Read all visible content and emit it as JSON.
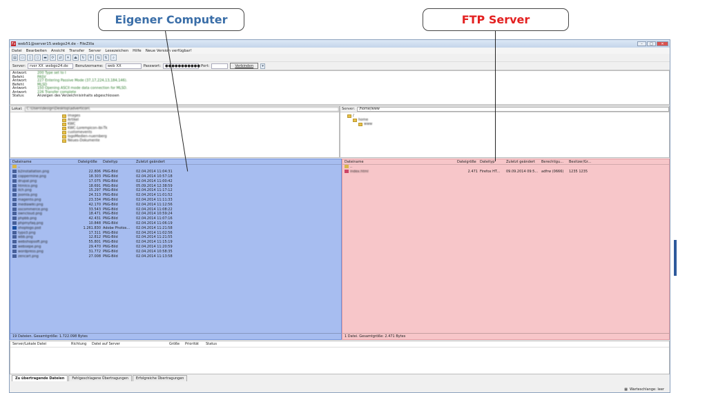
{
  "callouts": {
    "left": "Eigener Computer",
    "right": "FTP Server"
  },
  "window": {
    "title": "web51@server15.webgo24.de - FileZilla"
  },
  "menu": [
    "Datei",
    "Bearbeiten",
    "Ansicht",
    "Transfer",
    "Server",
    "Lesezeichen",
    "Hilfe",
    "Neue Version verfügbar!"
  ],
  "quickconnect": {
    "server_label": "Server:",
    "server_value": "rver XX .webgo24.de",
    "user_label": "Benutzername:",
    "user_value": "web XX",
    "pass_label": "Passwort:",
    "pass_value": "●●●●●●●●●●●",
    "port_label": "Port:",
    "port_value": "",
    "connect": "Verbinden"
  },
  "log": [
    {
      "type": "Antwort:",
      "msg": "200 Type set to I"
    },
    {
      "type": "Befehl:",
      "msg": "PASV"
    },
    {
      "type": "Antwort:",
      "msg": "227 Entering Passive Mode (37,17,224,13,184,146)."
    },
    {
      "type": "Befehl:",
      "msg": "MLSD"
    },
    {
      "type": "Antwort:",
      "msg": "150 Opening ASCII mode data connection for MLSD."
    },
    {
      "type": "Antwort:",
      "msg": "226 Transfer complete"
    },
    {
      "type": "Status:",
      "msg": "Anzeigen des Verzeichnisinhalts abgeschlossen"
    }
  ],
  "local": {
    "path_label": "Lokal:",
    "path": "C:\\Users\\design\\Desktop\\adverticon\\",
    "tree": [
      "images",
      "Artikel",
      "KWC",
      "KWC-Lorempicon-ibi-Tk",
      "customevents",
      "logoMedien-nuernberg",
      "Neues-Dokumente"
    ],
    "headers": {
      "name": "Dateiname",
      "size": "Dateigröße",
      "type": "Dateityp",
      "date": "Zuletzt geändert"
    },
    "rows": [
      {
        "name": "..",
        "size": "",
        "type": "",
        "date": "",
        "icon": "up"
      },
      {
        "name": "b2installation.png",
        "size": "22.806",
        "type": "PNG-Bild",
        "date": "02.04.2014 11:04:31",
        "icon": "png"
      },
      {
        "name": "coppermine.png",
        "size": "18.303",
        "type": "PNG-Bild",
        "date": "02.04.2014 10:57:18",
        "icon": "png"
      },
      {
        "name": "drupal.png",
        "size": "17.075",
        "type": "PNG-Bild",
        "date": "02.04.2014 11:00:42",
        "icon": "png"
      },
      {
        "name": "htmlco.png",
        "size": "18.691",
        "type": "PNG-Bild",
        "date": "05.09.2014 12:38:59",
        "icon": "png"
      },
      {
        "name": "ilch.png",
        "size": "15.297",
        "type": "PNG-Bild",
        "date": "02.04.2014 11:17:12",
        "icon": "png"
      },
      {
        "name": "joomla.png",
        "size": "24.313",
        "type": "PNG-Bild",
        "date": "02.04.2014 11:01:52",
        "icon": "png"
      },
      {
        "name": "magento.png",
        "size": "23.334",
        "type": "PNG-Bild",
        "date": "02.04.2014 11:11:33",
        "icon": "png"
      },
      {
        "name": "mediawiki.png",
        "size": "42.170",
        "type": "PNG-Bild",
        "date": "02.04.2014 11:12:56",
        "icon": "png"
      },
      {
        "name": "oscommerce.png",
        "size": "33.543",
        "type": "PNG-Bild",
        "date": "02.04.2014 11:08:22",
        "icon": "png"
      },
      {
        "name": "owncloud.png",
        "size": "18.471",
        "type": "PNG-Bild",
        "date": "02.04.2014 10:59:24",
        "icon": "png"
      },
      {
        "name": "phpbb.png",
        "size": "42.431",
        "type": "PNG-Bild",
        "date": "02.04.2014 11:07:16",
        "icon": "png"
      },
      {
        "name": "phpmyfaq.png",
        "size": "10.848",
        "type": "PNG-Bild",
        "date": "02.04.2014 11:06:19",
        "icon": "png"
      },
      {
        "name": "shoplogo.psd",
        "size": "1.261.830",
        "type": "Adobe Photos...",
        "date": "02.04.2014 11:21:58",
        "icon": "psd"
      },
      {
        "name": "typo3.png",
        "size": "17.311",
        "type": "PNG-Bild",
        "date": "02.04.2014 11:02:56",
        "icon": "png"
      },
      {
        "name": "wbb.png",
        "size": "12.812",
        "type": "PNG-Bild",
        "date": "02.04.2014 11:21:55",
        "icon": "png"
      },
      {
        "name": "webshopsoft.png",
        "size": "55.801",
        "type": "PNG-Bild",
        "date": "02.04.2014 11:15:19",
        "icon": "png"
      },
      {
        "name": "websepe.png",
        "size": "29.470",
        "type": "PNG-Bild",
        "date": "02.04.2014 11:20:59",
        "icon": "png"
      },
      {
        "name": "wordpress.png",
        "size": "31.772",
        "type": "PNG-Bild",
        "date": "02.04.2014 10:58:35",
        "icon": "png"
      },
      {
        "name": "zencart.png",
        "size": "27.008",
        "type": "PNG-Bild",
        "date": "02.04.2014 11:13:58",
        "icon": "png"
      }
    ],
    "status": "19 Dateien. Gesamtgröße: 1.722.098 Bytes"
  },
  "remote": {
    "path_label": "Server:",
    "path": "/home/www",
    "tree": [
      "/",
      "home",
      "www"
    ],
    "headers": {
      "name": "Dateiname",
      "size": "Dateigröße",
      "type": "Dateityp",
      "date": "Zuletzt geändert",
      "perm": "Berechtigu...",
      "owner": "Besitzer/Gr..."
    },
    "rows": [
      {
        "name": "..",
        "size": "",
        "type": "",
        "date": "",
        "perm": "",
        "owner": "",
        "icon": "up"
      },
      {
        "name": "index.html",
        "size": "2.471",
        "type": "Firefox HT...",
        "date": "09.09.2014 09:5...",
        "perm": "adfrw (0666)",
        "owner": "1235 1235",
        "icon": "htm"
      }
    ],
    "status": "1 Datei. Gesamtgröße: 2.471 Bytes"
  },
  "queue": {
    "headers": [
      "Server/Lokale Datei",
      "Richtung",
      "Datei auf Server",
      "Größe",
      "Priorität",
      "Status"
    ],
    "tabs": [
      "Zu übertragende Dateien",
      "Fehlgeschlagene Übertragungen",
      "Erfolgreiche Übertragungen"
    ],
    "status": "Warteschlange: leer"
  }
}
